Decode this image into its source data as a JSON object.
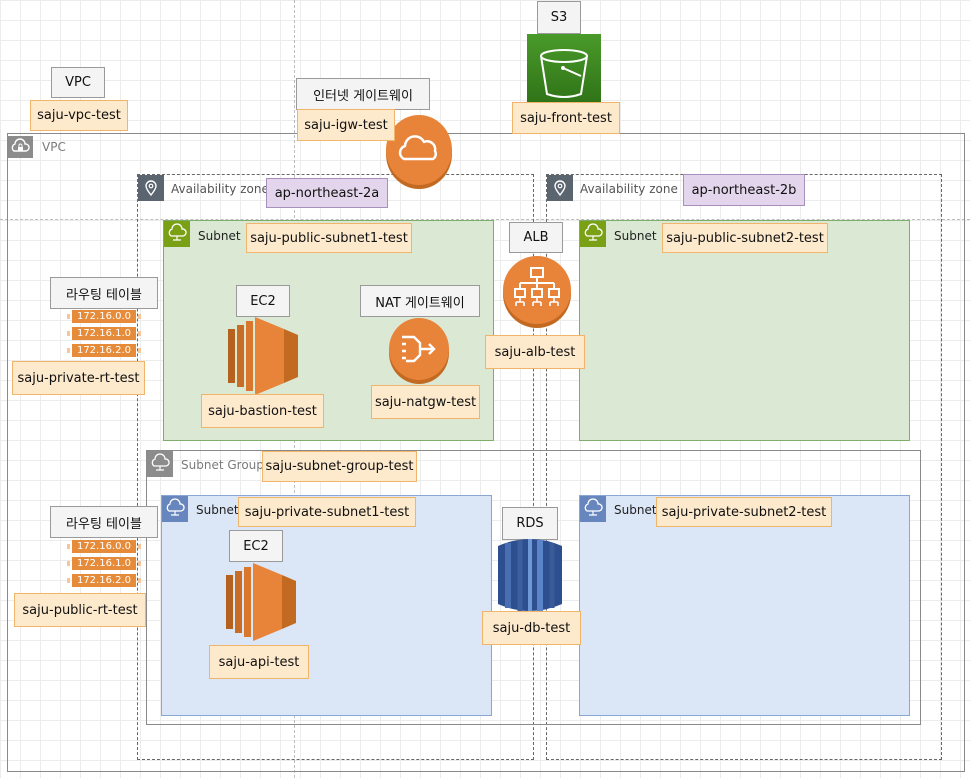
{
  "labels": {
    "vpc_type": "VPC",
    "vpc_name": "saju-vpc-test",
    "igw_type": "인터넷 게이트웨이",
    "igw_name": "saju-igw-test",
    "s3_type": "S3",
    "s3_name": "saju-front-test",
    "az_a_name": "ap-northeast-2a",
    "az_b_name": "ap-northeast-2b",
    "pub_subnet1_name": "saju-public-subnet1-test",
    "pub_subnet2_name": "saju-public-subnet2-test",
    "alb_type": "ALB",
    "alb_name": "saju-alb-test",
    "rt_private_type": "라우팅 테이블",
    "rt_private_name": "saju-private-rt-test",
    "rt_public_type": "라우팅 테이블",
    "rt_public_name": "saju-public-rt-test",
    "ec2_bastion_type": "EC2",
    "ec2_bastion_name": "saju-bastion-test",
    "nat_type": "NAT 게이트웨이",
    "nat_name": "saju-natgw-test",
    "subnet_group_name": "saju-subnet-group-test",
    "priv_subnet1_name": "saju-private-subnet1-test",
    "priv_subnet2_name": "saju-private-subnet2-test",
    "ec2_api_type": "EC2",
    "ec2_api_name": "saju-api-test",
    "rds_type": "RDS",
    "rds_name": "saju-db-test"
  },
  "groups": {
    "vpc": "VPC",
    "availability_zone": "Availability zone",
    "subnet": "Subnet",
    "subnet_group": "Subnet Group"
  },
  "route_tables": {
    "private_routes": [
      "172.16.0.0",
      "172.16.1.0",
      "172.16.2.0"
    ],
    "public_routes": [
      "172.16.0.0",
      "172.16.1.0",
      "172.16.2.0"
    ]
  },
  "icons": {
    "vpc": "cloud-lock-icon",
    "az": "map-pin-icon",
    "subnet": "cloud-network-icon",
    "igw": "cloud-icon",
    "s3": "bucket-icon",
    "alb": "hierarchy-icon",
    "nat": "nat-gateway-icon",
    "ec2": "ec2-instance-icon",
    "rds": "database-icon"
  },
  "colors": {
    "aws_orange": "#e8833a",
    "s3_green": "#3f8624",
    "rds_blue": "#2e4f8f",
    "public_subnet_fill": "#dbe8d4",
    "private_subnet_fill": "#dbe6f6",
    "name_label_fill": "#fde9cc",
    "az_label_fill": "#e3d6ec"
  }
}
